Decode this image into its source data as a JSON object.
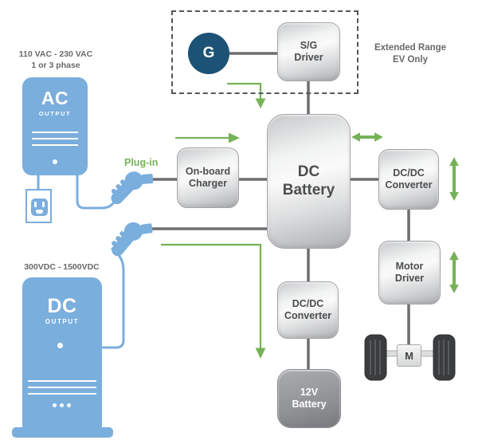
{
  "colors": {
    "blue": "#7aaedd",
    "navy": "#1c5275",
    "green": "#76b257",
    "wire": "#6d6e71",
    "box_text": "#4c4d4f",
    "caption_text": "#68696b"
  },
  "labels": {
    "ac_rating_line1": "110 VAC - 230 VAC",
    "ac_rating_line2": "1 or 3 phase",
    "dc_rating": "300VDC - 1500VDC",
    "plug_in": "Plug-in",
    "extended_range": "Extended Range\nEV Only"
  },
  "stations": {
    "ac": {
      "title": "AC",
      "subtitle": "OUTPUT"
    },
    "dc": {
      "title": "DC",
      "subtitle": "OUTPUT"
    }
  },
  "nodes": {
    "generator": "G",
    "sg_driver": "S/G\nDriver",
    "onboard_charger": "On-board\nCharger",
    "dc_battery": "DC\nBattery",
    "dcdc_converter_traction": "DC/DC\nConverter",
    "motor_driver": "Motor\nDriver",
    "dcdc_converter_aux": "DC/DC\nConverter",
    "battery_12v": "12V\nBattery",
    "motor": "M"
  }
}
